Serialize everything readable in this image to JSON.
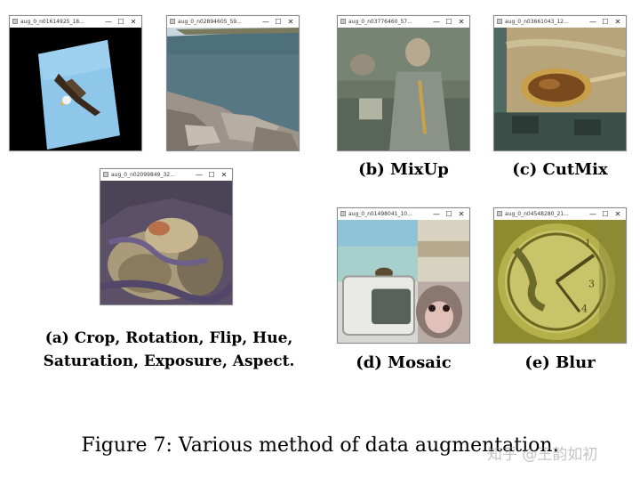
{
  "windows": [
    {
      "title": "aug_0_n01614925_18..."
    },
    {
      "title": "aug_0_n02894605_59..."
    },
    {
      "title": "aug_0_n02099849_32..."
    },
    {
      "title": "aug_0_n03776460_57..."
    },
    {
      "title": "aug_0_n03661043_12..."
    },
    {
      "title": "aug_0_n01498041_10..."
    },
    {
      "title": "aug_0_n04548280_21..."
    }
  ],
  "window_controls": {
    "minimize": "—",
    "maximize": "☐",
    "close": "✕"
  },
  "captions": {
    "a_line1": "(a)  Crop, Rotation, Flip, Hue,",
    "a_line2": "Saturation, Exposure, Aspect.",
    "b": "(b) MixUp",
    "c": "(c) CutMix",
    "d": "(d) Mosaic",
    "e": "(e) Blur"
  },
  "figure_caption": "Figure 7: Various method of data augmentation.",
  "watermark": "知乎 @王韵如初"
}
